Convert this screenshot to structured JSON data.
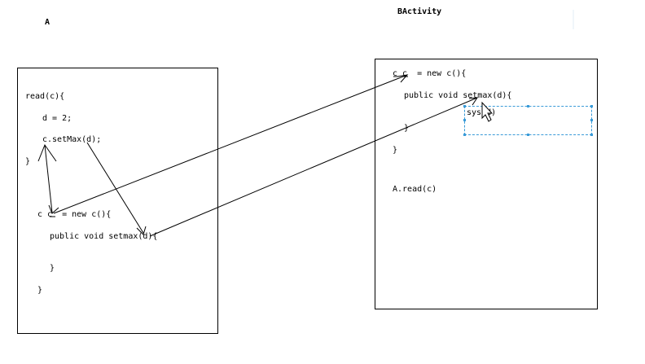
{
  "labels": {
    "a_title": "A",
    "b_title": "BActivity"
  },
  "panel_a": {
    "lines": [
      "read(c){",
      "d = 2;",
      "c.setMax(d);",
      "}",
      "c c  = new c(){",
      "public void setmax(d){",
      "}",
      "}"
    ]
  },
  "panel_b": {
    "lines": [
      "c c  = new c(){",
      "public void setmax(d){",
      "sys d)",
      "}",
      "}",
      "A.read(c)"
    ]
  },
  "colors": {
    "stroke": "#000000",
    "selection": "#3a9bd8"
  }
}
